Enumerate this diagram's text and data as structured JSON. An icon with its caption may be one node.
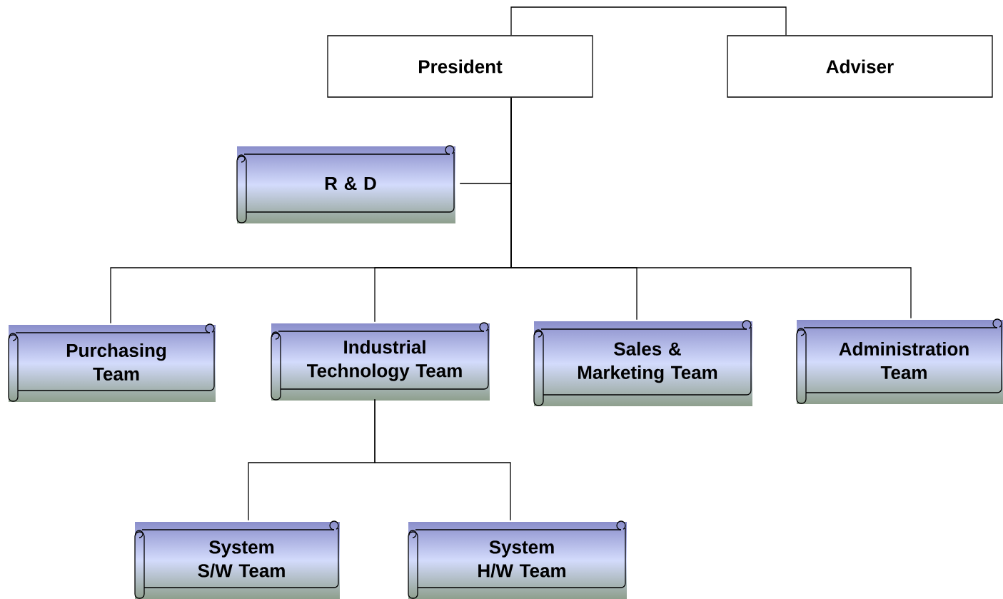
{
  "diagram": {
    "nodes": [
      {
        "text": [
          "President"
        ]
      },
      {
        "text": [
          "Adviser"
        ]
      },
      {
        "text": [
          "R & D"
        ]
      },
      {
        "text": [
          "Purchasing Team"
        ]
      },
      {
        "text": [
          "Industrial Technology Team"
        ]
      },
      {
        "text": [
          "Sales & Marketing Team"
        ]
      },
      {
        "text": [
          "Administration Team"
        ]
      },
      {
        "text": [
          "System S/W Team"
        ]
      },
      {
        "text": [
          "System H/W Team"
        ]
      }
    ],
    "edges": [
      {
        "from": 0,
        "to": 1,
        "arrow": "none"
      },
      {
        "from": 0,
        "to": 2,
        "arrow": "none"
      },
      {
        "from": 0,
        "to": 3,
        "arrow": "none"
      },
      {
        "from": 0,
        "to": 4,
        "arrow": "none"
      },
      {
        "from": 0,
        "to": 5,
        "arrow": "none"
      },
      {
        "from": 0,
        "to": 6,
        "arrow": "none"
      },
      {
        "from": 4,
        "to": 7,
        "arrow": "none"
      },
      {
        "from": 4,
        "to": 8,
        "arrow": "none"
      }
    ]
  }
}
